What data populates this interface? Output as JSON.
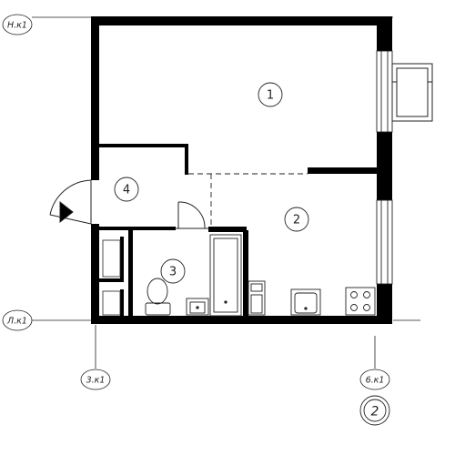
{
  "rooms": [
    {
      "label": "1"
    },
    {
      "label": "2"
    },
    {
      "label": "3"
    },
    {
      "label": "4"
    }
  ],
  "axes": {
    "n": "Н.к1",
    "l": "Л.к1",
    "three": "3.к1",
    "six": "6.к1"
  },
  "sheet_marker": "2",
  "colors": {
    "wall": "#000000",
    "line": "#222222",
    "background": "#ffffff"
  }
}
